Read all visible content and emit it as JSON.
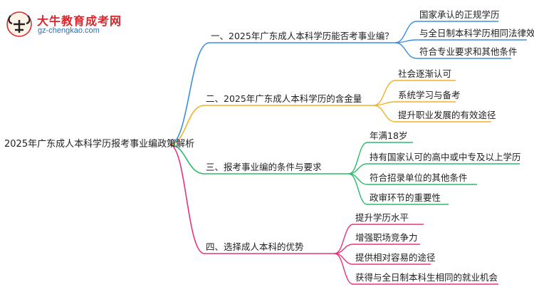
{
  "logo": {
    "title": "大牛教育成考网",
    "url": "gz-chengkao.com",
    "glyph": "大牛"
  },
  "root": {
    "label": "2025年广东成人本科学历报考事业编政策解析"
  },
  "colors": {
    "branch1": "#3d8ee0",
    "branch2": "#f0b323",
    "branch3": "#2bbb6a",
    "branch4": "#e8337b"
  },
  "branches": [
    {
      "label": "一、2025年广东成人本科学历能否考事业编？",
      "leaves": [
        "国家承认的正规学历",
        "与全日制本科学历相同法律效力",
        "符合专业要求和其他条件"
      ]
    },
    {
      "label": "二、2025年广东成人本科学历的含金量",
      "leaves": [
        "社会逐渐认可",
        "系统学习与备考",
        "提升职业发展的有效途径"
      ]
    },
    {
      "label": "三、报考事业编的条件与要求",
      "leaves": [
        "年满18岁",
        "持有国家认可的高中或中专及以上学历",
        "符合招录单位的其他条件",
        "政审环节的重要性"
      ]
    },
    {
      "label": "四、选择成人本科的优势",
      "leaves": [
        "提升学历水平",
        "增强职场竞争力",
        "提供相对容易的途径",
        "获得与全日制本科生相同的就业机会"
      ]
    }
  ]
}
